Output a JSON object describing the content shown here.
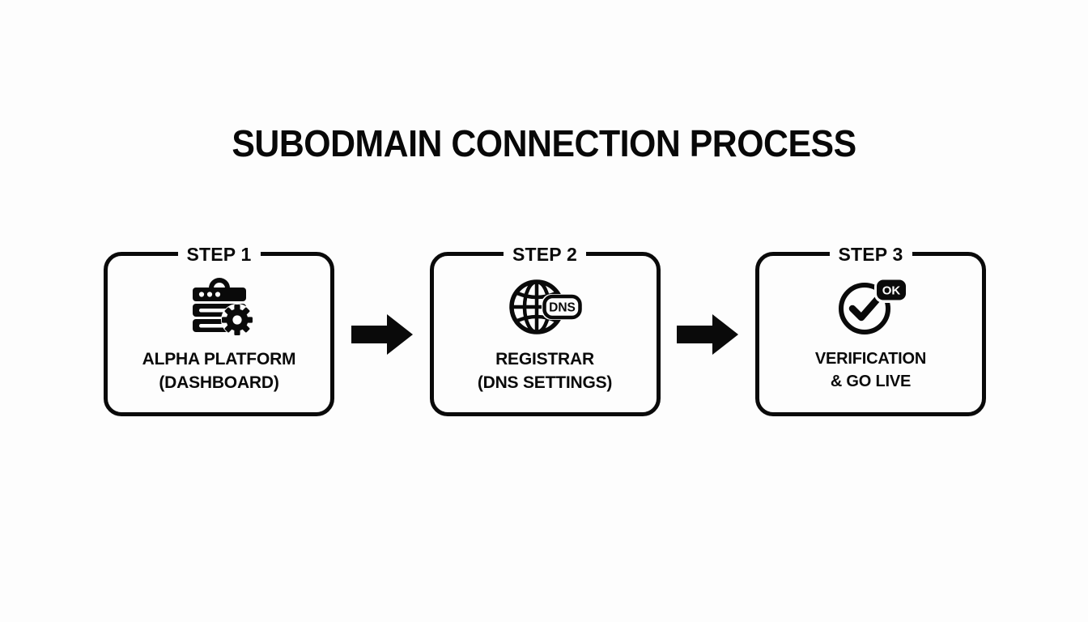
{
  "diagram": {
    "title": "SUBODMAIN CONNECTION PROCESS",
    "background_color": "#fdfdfd",
    "stroke_color": "#0a0a0a",
    "steps": [
      {
        "label": "STEP 1",
        "icon": "server-gear-icon",
        "line1": "ALPHA PLATFORM",
        "line2": "(DASHBOARD)"
      },
      {
        "label": "STEP 2",
        "icon": "globe-dns-icon",
        "badge_text": "DNS",
        "line1": "REGISTRAR",
        "line2": "(DNS SETTINGS)"
      },
      {
        "label": "STEP 3",
        "icon": "check-circle-ok-icon",
        "badge_text": "OK",
        "line1": "VERIFICATION",
        "line2": "& GO LIVE"
      }
    ],
    "connectors": [
      {
        "icon": "arrow-right-icon"
      },
      {
        "icon": "arrow-right-icon"
      }
    ]
  }
}
